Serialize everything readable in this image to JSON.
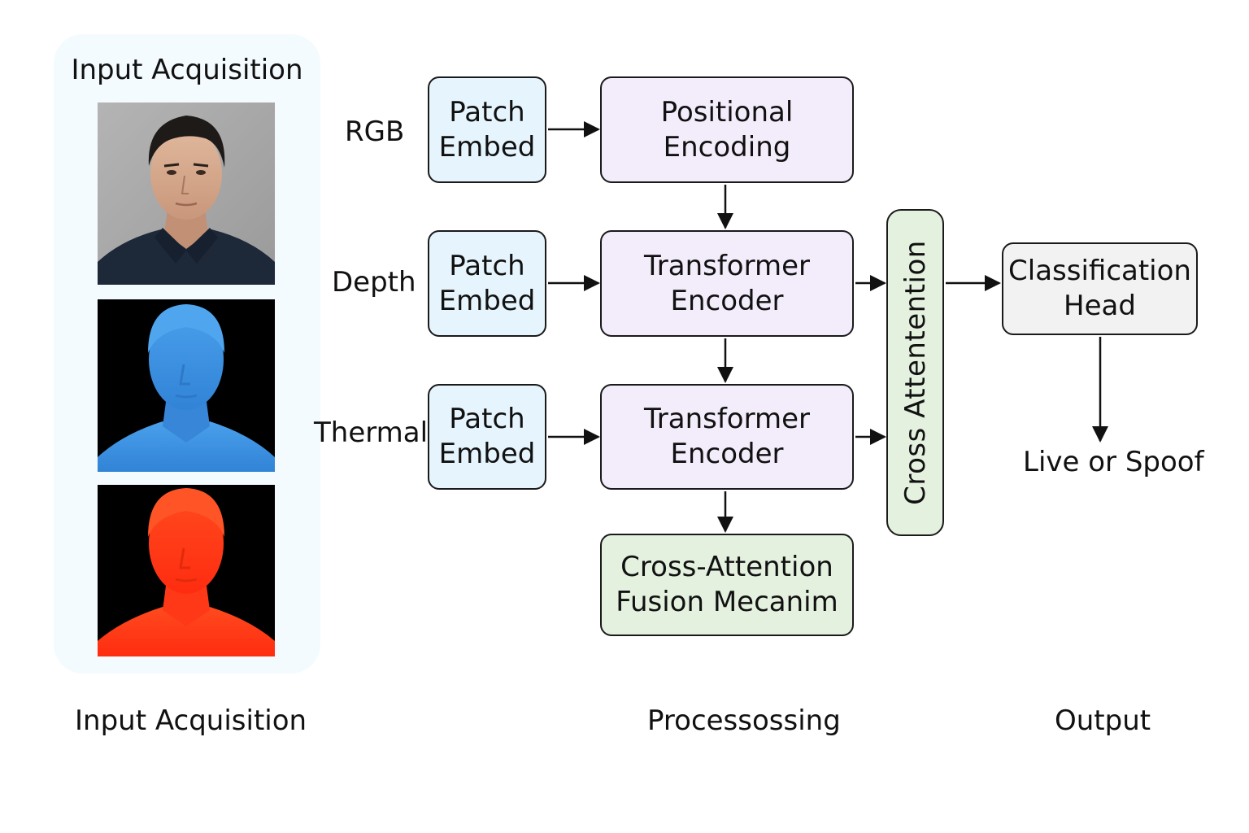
{
  "panel": {
    "title": "Input Acquisition"
  },
  "modalities": [
    "RGB",
    "Depth",
    "Thermal"
  ],
  "patch_embed": {
    "label": "Patch\nEmbed"
  },
  "positional_encoding": {
    "label": "Positional\nEncoding"
  },
  "transformer_encoder": {
    "label": "Transformer\nEncoder"
  },
  "fusion": {
    "label": "Cross-Attention\nFusion Mecanim"
  },
  "cross_attention": {
    "label": "Cross Attentention"
  },
  "classification_head": {
    "label": "Classification\nHead"
  },
  "result": {
    "label": "Live or Spoof"
  },
  "footer": {
    "input": "Input Acquisition",
    "processing": "Processossing",
    "output": "Output"
  },
  "colors": {
    "patch_fill": "#e6f5fd",
    "encoder_fill": "#f3ecfb",
    "fusion_fill": "#e4f1df",
    "head_fill": "#f2f2f2",
    "panel_fill": "#f4fbfe",
    "depth_face": "#3c8fe0",
    "thermal_face": "#ff3a12"
  }
}
